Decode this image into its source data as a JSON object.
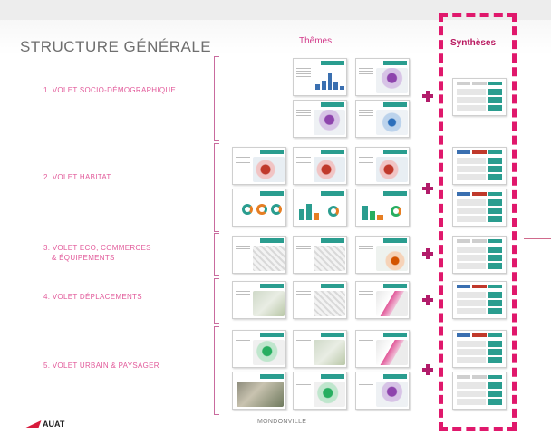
{
  "slide": {
    "title": "STRUCTURE GÉNÉRALE",
    "themes_heading": "Thêmes",
    "syntheses_heading": "Synthèses",
    "footer_label": "MONDONVILLE",
    "logo_text": "AUAT"
  },
  "volets": [
    {
      "label": "1. VOLET SOCIO-DÉMOGRAPHIQUE"
    },
    {
      "label": "2. VOLET HABITAT"
    },
    {
      "label": "3. VOLET ECO, COMMERCES"
    },
    {
      "label": "& ÉQUIPEMENTS"
    },
    {
      "label": "4. VOLET DÉPLACEMENTS"
    },
    {
      "label": "5. VOLET URBAIN & PAYSAGER"
    }
  ],
  "colors": {
    "accent": "#e0186c",
    "volet_text": "#e25a9a",
    "teal": "#2a9d8f",
    "logo_red": "#d81b3c"
  },
  "icons": [
    "plus-icon",
    "logo-mark-icon"
  ]
}
